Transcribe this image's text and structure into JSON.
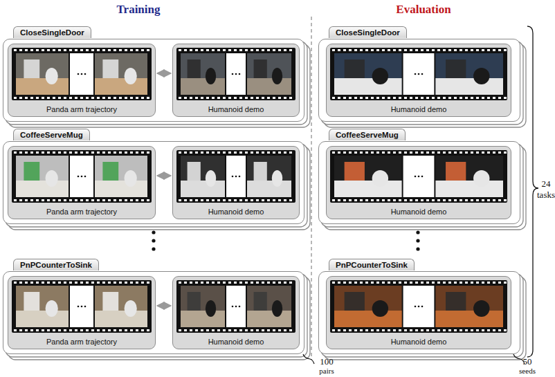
{
  "diagram": {
    "nodes": [
      {
        "text": [
          "CloseSingleDoor"
        ]
      },
      {
        "text": [
          "Panda arm trajectory"
        ],
        "in": 0
      },
      {
        "text": [
          "Humanoid demo"
        ],
        "in": 0
      },
      {
        "text": [
          "CoffeeServeMug"
        ]
      },
      {
        "text": [
          "Panda arm trajectory"
        ],
        "in": 3
      },
      {
        "text": [
          "Humanoid demo"
        ],
        "in": 3
      },
      {
        "text": [
          "PnPCounterToSink"
        ]
      },
      {
        "text": [
          "Panda arm trajectory"
        ],
        "in": 6
      },
      {
        "text": [
          "Humanoid demo"
        ],
        "in": 6
      },
      {
        "text": [
          "CloseSingleDoor"
        ]
      },
      {
        "text": [
          "Humanoid demo"
        ],
        "in": 9
      },
      {
        "text": [
          "CoffeeServeMug"
        ]
      },
      {
        "text": [
          "Humanoid demo"
        ],
        "in": 11
      },
      {
        "text": [
          "PnPCounterToSink"
        ]
      },
      {
        "text": [
          "Humanoid demo"
        ],
        "in": 13
      }
    ],
    "edges": [
      {
        "from": 1,
        "to": 2,
        "arrow": "both"
      },
      {
        "from": 4,
        "to": 5,
        "arrow": "both"
      },
      {
        "from": 7,
        "to": 8,
        "arrow": "both"
      }
    ],
    "labels": [
      "Training",
      "Evaluation",
      "24",
      "tasks",
      "100",
      "pairs",
      "50",
      "seeds"
    ]
  }
}
